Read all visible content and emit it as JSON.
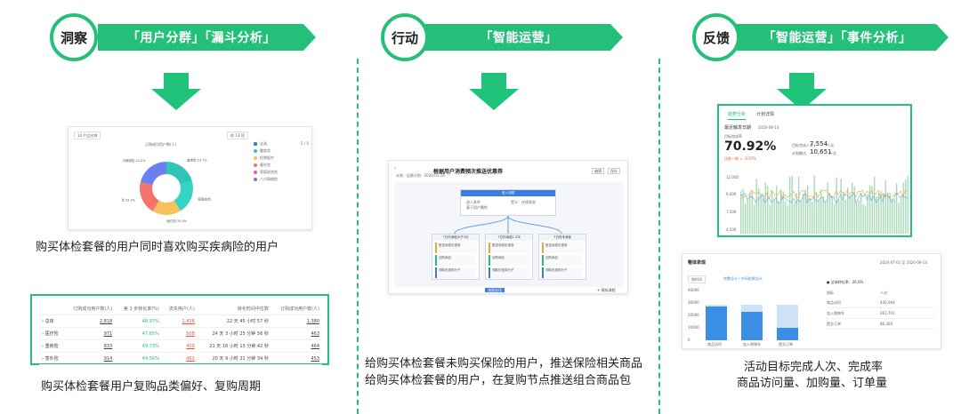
{
  "sections": {
    "insight": {
      "circle": "洞察",
      "ribbon": "「用户分群」「漏斗分析」"
    },
    "action": {
      "circle": "行动",
      "ribbon": "「智能运营」"
    },
    "feedback": {
      "circle": "反馈",
      "ribbon": "「智能运营」「事件分析」"
    }
  },
  "captions": {
    "donut": "购买体检套餐的用户同时喜欢购买疾病险的用户",
    "table": "购买体检套餐用户复购品类偏好、复购周期",
    "action": "给购买体检套餐未购买保险的用户，推送保险相关商品给购买体检套餐的用户，在复购节点推送组合商品包",
    "feedback_line1": "活动目标完成人次、完成率",
    "feedback_line2": "商品访问量、加购量、订单量"
  },
  "donut_card": {
    "title": "订购成功用户数(人)",
    "toolbar_left": "14  产品名称",
    "toolbar_right": "前 13 项",
    "legend_head": "全选",
    "legend_count": "5 / 5",
    "legend": [
      {
        "name": "重疾险",
        "color": "#2fc6b8"
      },
      {
        "name": "住院医疗",
        "color": "#f6c25c"
      },
      {
        "name": "意外险",
        "color": "#f4736a"
      },
      {
        "name": "家庭综合险",
        "color": "#ee5f8a"
      },
      {
        "name": "八爪网络险",
        "color": "#7b6ce6"
      }
    ],
    "slices": [
      {
        "label": "重疾险",
        "pct": "23.7%",
        "value": 23.7,
        "color": "#2fc6b8"
      },
      {
        "label": "家庭综合险",
        "pct": "23.4%",
        "value": 23.4,
        "color": "#34d3c3"
      },
      {
        "label": "医疗险",
        "pct": "20.0%",
        "value": 20.0,
        "color": "#f6c25c"
      },
      {
        "label": "意外险",
        "pct": "23.3%",
        "value": 23.3,
        "color": "#f4736a"
      },
      {
        "label": "八爪网络险",
        "pct": "24.2%",
        "value": 24.2,
        "color": "#6c7ff0"
      }
    ]
  },
  "table_card": {
    "headers": [
      "",
      "订购成功用户数(人)",
      "第 1 步转化率(%)",
      "流失用户(人)",
      "转化时间中位数",
      "订购成功用户数(人)"
    ],
    "rows": [
      {
        "name": "总体",
        "a": "2,818",
        "b": "48.97%",
        "c": "1,436",
        "d": "22 天 45 小时 57 秒",
        "e": "1,380"
      },
      {
        "name": "医疗险",
        "a": "971",
        "b": "47.65%",
        "c": "508",
        "d": "24 天 3 小时 25 分钟 56 秒",
        "e": "463"
      },
      {
        "name": "重疾险",
        "a": "833",
        "b": "49.73%",
        "c": "409",
        "d": "21 天 18 小时 13 分钟 42 秒",
        "e": "464"
      },
      {
        "name": "意外险",
        "a": "914",
        "b": "49.56%",
        "c": "461",
        "d": "20 天 9 小时 21 分钟 34 秒",
        "e": "453"
      }
    ]
  },
  "flow_card": {
    "title": "根据用户消费频次推送优惠券",
    "subtitle": "计划 · 运营计划 · 2020-01-14",
    "buttons": [
      "编辑",
      "保存"
    ],
    "root": "进入流程",
    "root_items": [
      "进入条件",
      "基于用户属性",
      "受众：在线状态"
    ],
    "branches": [
      {
        "head": "7日内消费大于3次",
        "steps": [
          "推送消息优惠券",
          "加购商品",
          "领取优惠券分子"
        ]
      },
      {
        "head": "7日内消费1-3次",
        "steps": [
          "推送消息优惠券",
          "加购商品",
          "领取优惠券分子"
        ]
      },
      {
        "head": "7日内未消费",
        "steps": [
          "推送消息优惠券",
          "加购商品",
          "领取优惠券分子"
        ]
      }
    ],
    "footer_left": "流程选项",
    "footer_right": "+ 保存流程"
  },
  "metric_card": {
    "tabs": [
      "趋势分析",
      "计划详情"
    ],
    "subhead": "最近触发日期",
    "subhead_date": "2020-09-14",
    "rate_label": "目标完成率",
    "rate": "70.92%",
    "delta": "比前一周  ↓ -4.07%",
    "right1_label": "目标完成人次",
    "right1_value": "7,554",
    "right1_unit": "人次",
    "right2_label": "计划触达",
    "right2_value": "10,651",
    "right2_unit": "人次",
    "y_ticks": [
      "12,000",
      "9,000",
      "7,500",
      "4,500"
    ]
  },
  "funnel_card": {
    "title": "整体表现",
    "date_range": "2020-07-01 至 2020-09-14",
    "selector": "按时间",
    "legend": "完整总计 / 中间结果总计",
    "conv_label": "● 总体转化率：26.6%",
    "y_ticks": [
      "40000",
      "30000",
      "20000",
      "10000",
      "0"
    ],
    "x_labels": [
      "商品访问",
      "加入购物车",
      "提交订单"
    ],
    "values": [
      27000,
      23000,
      10000
    ],
    "max": 40000,
    "list_head": [
      "指标",
      "人次"
    ],
    "list": [
      {
        "k": "商品访问",
        "v": "440,064"
      },
      {
        "k": "加入购物车",
        "v": "261,701"
      },
      {
        "k": "提交订单",
        "v": "86,360"
      }
    ]
  }
}
